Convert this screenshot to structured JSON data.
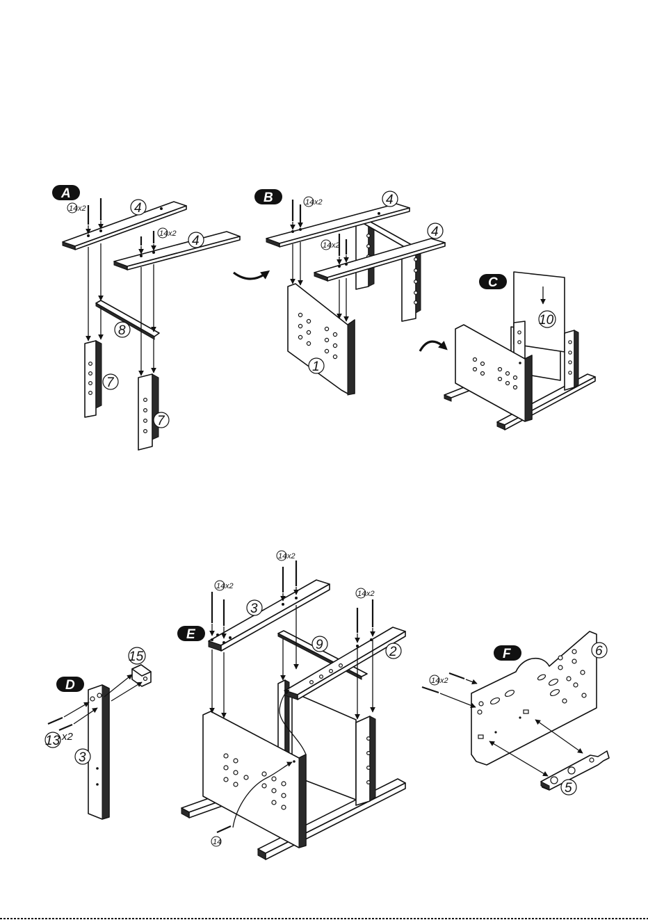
{
  "steps": {
    "a": "A",
    "b": "B",
    "c": "C",
    "d": "D",
    "e": "E",
    "f": "F"
  },
  "parts": {
    "p1": "1",
    "p2": "2",
    "p3": "3",
    "p4": "4",
    "p5": "5",
    "p6": "6",
    "p7": "7",
    "p8": "8",
    "p9": "9",
    "p10": "10",
    "p13": "13",
    "p14": "14",
    "p15": "15"
  },
  "quantities": {
    "x2": "x2"
  }
}
